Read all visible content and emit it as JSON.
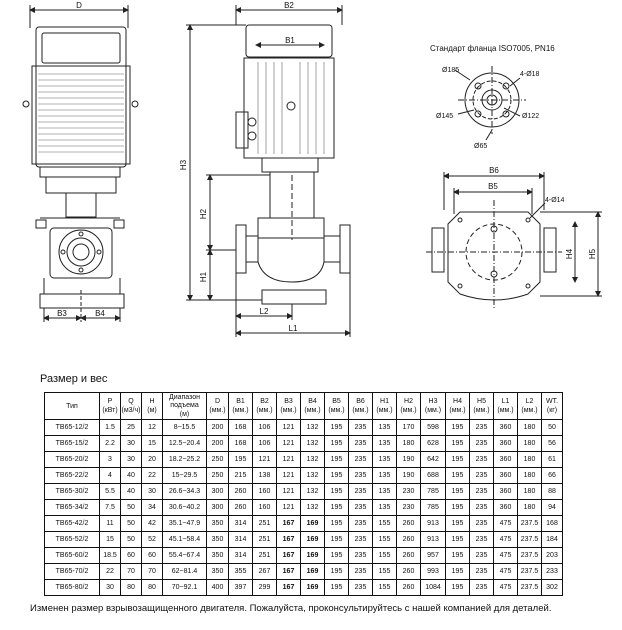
{
  "flange_title": "Стандарт фланца ISO7005, PN16",
  "section_title": "Размер и вес",
  "footnote": "Изменен размер взрывозащищенного двигателя. Пожалуйста, проконсультируйтесь с нашей компанией для деталей.",
  "dim_labels": {
    "D": "D",
    "B1": "B1",
    "B2": "B2",
    "B3": "B3",
    "B4": "B4",
    "B5": "B5",
    "B6": "B6",
    "H1": "H1",
    "H2": "H2",
    "H3": "H3",
    "H4": "H4",
    "H5": "H5",
    "L1": "L1",
    "L2": "L2",
    "d185": "Ø185",
    "d145": "Ø145",
    "d65": "Ø65",
    "d122": "Ø122",
    "holes18": "4-Ø18",
    "holes14": "4-Ø14"
  },
  "table": {
    "headers": [
      {
        "name": "Тип",
        "unit": ""
      },
      {
        "name": "P",
        "unit": "(кВт)"
      },
      {
        "name": "Q",
        "unit": "(м3/ч)"
      },
      {
        "name": "H",
        "unit": "(м)"
      },
      {
        "name": "Диапазон подъема",
        "unit": "(м)"
      },
      {
        "name": "D",
        "unit": "(мм.)"
      },
      {
        "name": "B1",
        "unit": "(мм.)"
      },
      {
        "name": "B2",
        "unit": "(мм.)"
      },
      {
        "name": "B3",
        "unit": "(мм.)"
      },
      {
        "name": "B4",
        "unit": "(мм.)"
      },
      {
        "name": "B5",
        "unit": "(мм.)"
      },
      {
        "name": "B6",
        "unit": "(мм.)"
      },
      {
        "name": "H1",
        "unit": "(мм.)"
      },
      {
        "name": "H2",
        "unit": "(мм.)"
      },
      {
        "name": "H3",
        "unit": "(мм.)"
      },
      {
        "name": "H4",
        "unit": "(мм.)"
      },
      {
        "name": "H5",
        "unit": "(мм.)"
      },
      {
        "name": "L1",
        "unit": "(мм.)"
      },
      {
        "name": "L2",
        "unit": "(мм.)"
      },
      {
        "name": "WT.",
        "unit": "(кг)"
      }
    ],
    "rows": [
      [
        "TB65-12/2",
        "1.5",
        "25",
        "12",
        "8~15.5",
        "200",
        "168",
        "106",
        "121",
        "132",
        "195",
        "235",
        "135",
        "170",
        "598",
        "195",
        "235",
        "360",
        "180",
        "50"
      ],
      [
        "TB65-15/2",
        "2.2",
        "30",
        "15",
        "12.5~20.4",
        "200",
        "168",
        "106",
        "121",
        "132",
        "195",
        "235",
        "135",
        "180",
        "628",
        "195",
        "235",
        "360",
        "180",
        "56"
      ],
      [
        "TB65-20/2",
        "3",
        "30",
        "20",
        "18.2~25.2",
        "250",
        "195",
        "121",
        "121",
        "132",
        "195",
        "235",
        "135",
        "190",
        "642",
        "195",
        "235",
        "360",
        "180",
        "61"
      ],
      [
        "TB65-22/2",
        "4",
        "40",
        "22",
        "15~29.5",
        "250",
        "215",
        "138",
        "121",
        "132",
        "195",
        "235",
        "135",
        "190",
        "688",
        "195",
        "235",
        "360",
        "180",
        "66"
      ],
      [
        "TB65-30/2",
        "5.5",
        "40",
        "30",
        "26.6~34.3",
        "300",
        "260",
        "160",
        "121",
        "132",
        "195",
        "235",
        "135",
        "230",
        "785",
        "195",
        "235",
        "360",
        "180",
        "88"
      ],
      [
        "TB65-34/2",
        "7.5",
        "50",
        "34",
        "30.6~40.2",
        "300",
        "260",
        "160",
        "121",
        "132",
        "195",
        "235",
        "135",
        "230",
        "785",
        "195",
        "235",
        "360",
        "180",
        "94"
      ],
      [
        "TB65-42/2",
        "11",
        "50",
        "42",
        "35.1~47.9",
        "350",
        "314",
        "251",
        "167",
        "169",
        "195",
        "235",
        "155",
        "260",
        "913",
        "195",
        "235",
        "475",
        "237.5",
        "168"
      ],
      [
        "TB65-52/2",
        "15",
        "50",
        "52",
        "45.1~58.4",
        "350",
        "314",
        "251",
        "167",
        "169",
        "195",
        "235",
        "155",
        "260",
        "913",
        "195",
        "235",
        "475",
        "237.5",
        "184"
      ],
      [
        "TB65-60/2",
        "18.5",
        "60",
        "60",
        "55.4~67.4",
        "350",
        "314",
        "251",
        "167",
        "169",
        "195",
        "235",
        "155",
        "260",
        "957",
        "195",
        "235",
        "475",
        "237.5",
        "203"
      ],
      [
        "TB65-70/2",
        "22",
        "70",
        "70",
        "62~81.4",
        "350",
        "355",
        "267",
        "167",
        "169",
        "195",
        "235",
        "155",
        "260",
        "993",
        "195",
        "235",
        "475",
        "237.5",
        "233"
      ],
      [
        "TB65-80/2",
        "30",
        "80",
        "80",
        "70~92.1",
        "400",
        "397",
        "299",
        "167",
        "169",
        "195",
        "235",
        "155",
        "260",
        "1084",
        "195",
        "235",
        "475",
        "237.5",
        "302"
      ]
    ]
  }
}
